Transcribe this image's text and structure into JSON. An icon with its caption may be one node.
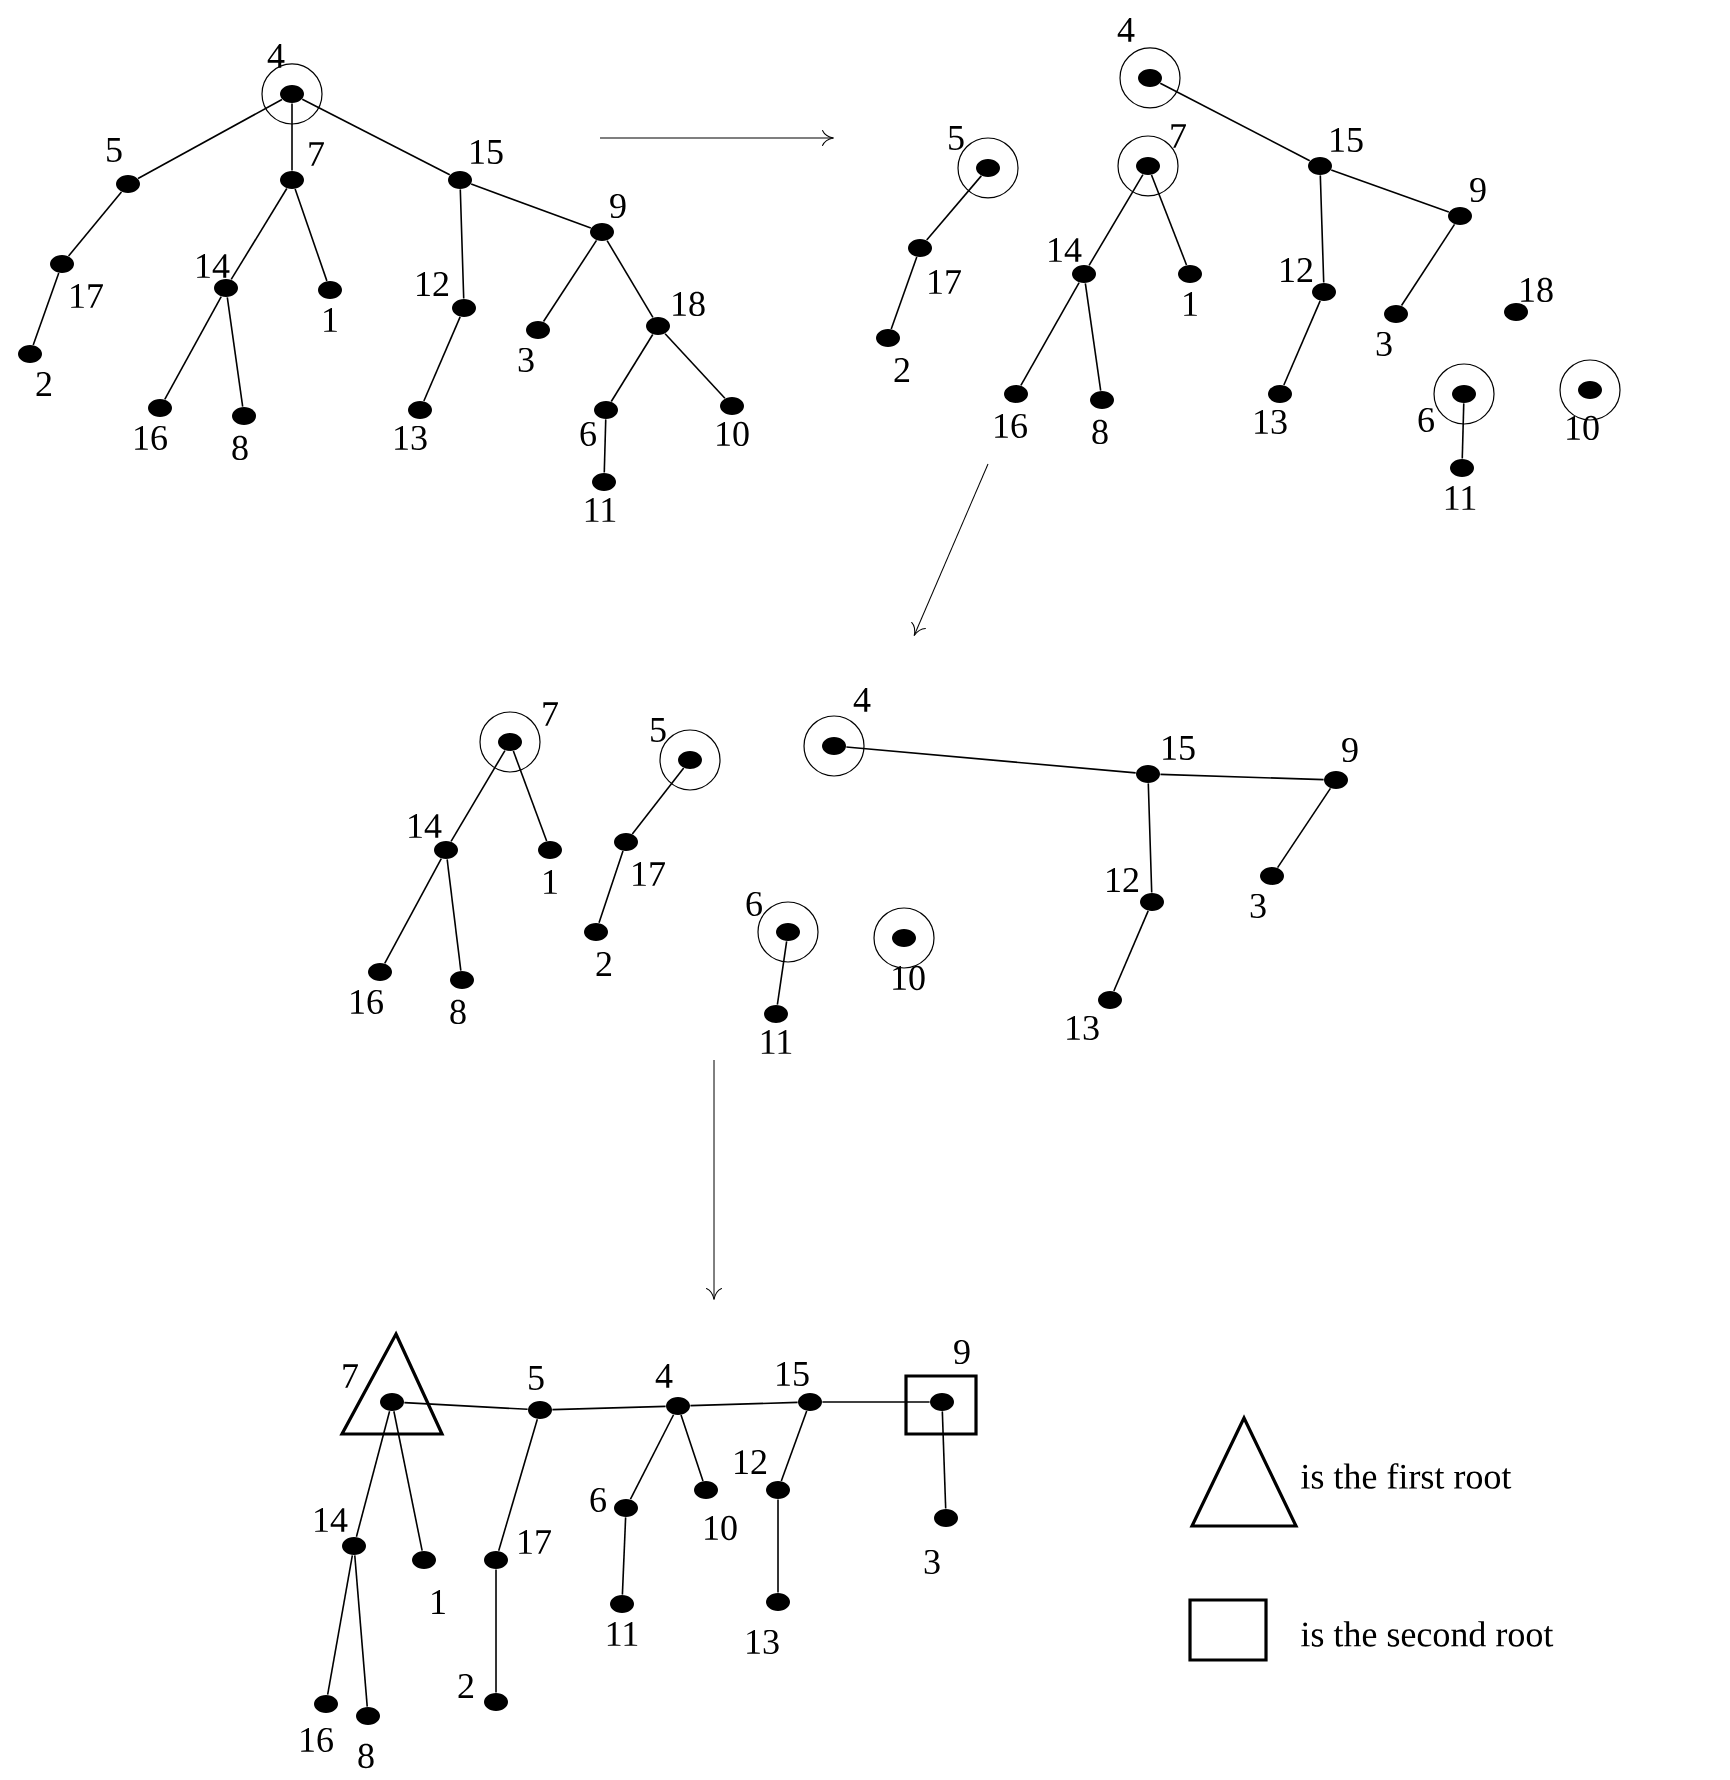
{
  "diagram": {
    "nodes": [
      {
        "text": [],
        "shape": "circle",
        "beside": [
          "4"
        ]
      },
      {
        "text": [],
        "shape": "circle",
        "beside": [
          "5"
        ]
      },
      {
        "text": [],
        "shape": "circle",
        "beside": [
          "7"
        ]
      },
      {
        "text": [],
        "shape": "circle",
        "beside": [
          "15"
        ]
      },
      {
        "text": [],
        "shape": "circle",
        "beside": [
          "17"
        ]
      },
      {
        "text": [],
        "shape": "circle",
        "beside": [
          "2"
        ]
      },
      {
        "text": [],
        "shape": "circle",
        "beside": [
          "14"
        ]
      },
      {
        "text": [],
        "shape": "circle",
        "beside": [
          "1"
        ]
      },
      {
        "text": [],
        "shape": "circle",
        "beside": [
          "12"
        ]
      },
      {
        "text": [],
        "shape": "circle",
        "beside": [
          "9"
        ]
      },
      {
        "text": [],
        "shape": "circle",
        "beside": [
          "3"
        ]
      },
      {
        "text": [],
        "shape": "circle",
        "beside": [
          "18"
        ]
      },
      {
        "text": [],
        "shape": "circle",
        "beside": [
          "16"
        ]
      },
      {
        "text": [],
        "shape": "circle",
        "beside": [
          "8"
        ]
      },
      {
        "text": [],
        "shape": "circle",
        "beside": [
          "13"
        ]
      },
      {
        "text": [],
        "shape": "circle",
        "beside": [
          "6"
        ]
      },
      {
        "text": [],
        "shape": "circle",
        "beside": [
          "10"
        ]
      },
      {
        "text": [],
        "shape": "circle",
        "beside": [
          "11"
        ]
      },
      {
        "text": [],
        "shape": "circle",
        "beside": [
          "4"
        ]
      },
      {
        "text": [],
        "shape": "circle",
        "beside": [
          "5"
        ]
      },
      {
        "text": [],
        "shape": "circle",
        "beside": [
          "7"
        ]
      },
      {
        "text": [],
        "shape": "circle",
        "beside": [
          "15"
        ]
      },
      {
        "text": [],
        "shape": "circle",
        "beside": [
          "9"
        ]
      },
      {
        "text": [],
        "shape": "circle",
        "beside": [
          "17"
        ]
      },
      {
        "text": [],
        "shape": "circle",
        "beside": [
          "14"
        ]
      },
      {
        "text": [],
        "shape": "circle",
        "beside": [
          "1"
        ]
      },
      {
        "text": [],
        "shape": "circle",
        "beside": [
          "12"
        ]
      },
      {
        "text": [],
        "shape": "circle",
        "beside": [
          "18"
        ]
      },
      {
        "text": [],
        "shape": "circle",
        "beside": [
          "2"
        ]
      },
      {
        "text": [],
        "shape": "circle",
        "beside": [
          "3"
        ]
      },
      {
        "text": [],
        "shape": "circle",
        "beside": [
          "16"
        ]
      },
      {
        "text": [],
        "shape": "circle",
        "beside": [
          "8"
        ]
      },
      {
        "text": [],
        "shape": "circle",
        "beside": [
          "13"
        ]
      },
      {
        "text": [],
        "shape": "circle",
        "beside": [
          "6"
        ]
      },
      {
        "text": [],
        "shape": "circle",
        "beside": [
          "10"
        ]
      },
      {
        "text": [],
        "shape": "circle",
        "beside": [
          "11"
        ]
      },
      {
        "text": [],
        "shape": "circle",
        "beside": [
          "4"
        ]
      },
      {
        "text": [],
        "shape": "circle",
        "beside": [
          "7"
        ]
      },
      {
        "text": [],
        "shape": "circle",
        "beside": [
          "5"
        ]
      },
      {
        "text": [],
        "shape": "circle",
        "beside": [
          "15"
        ]
      },
      {
        "text": [],
        "shape": "circle",
        "beside": [
          "9"
        ]
      },
      {
        "text": [],
        "shape": "circle",
        "beside": [
          "14"
        ]
      },
      {
        "text": [],
        "shape": "circle",
        "beside": [
          "1"
        ]
      },
      {
        "text": [],
        "shape": "circle",
        "beside": [
          "17"
        ]
      },
      {
        "text": [],
        "shape": "circle",
        "beside": [
          "12"
        ]
      },
      {
        "text": [],
        "shape": "circle",
        "beside": [
          "3"
        ]
      },
      {
        "text": [],
        "shape": "circle",
        "beside": [
          "6"
        ]
      },
      {
        "text": [],
        "shape": "circle",
        "beside": [
          "10"
        ]
      },
      {
        "text": [],
        "shape": "circle",
        "beside": [
          "2"
        ]
      },
      {
        "text": [],
        "shape": "circle",
        "beside": [
          "16"
        ]
      },
      {
        "text": [],
        "shape": "circle",
        "beside": [
          "8"
        ]
      },
      {
        "text": [],
        "shape": "circle",
        "beside": [
          "11"
        ]
      },
      {
        "text": [],
        "shape": "circle",
        "beside": [
          "13"
        ]
      },
      {
        "text": [],
        "shape": "circle",
        "beside": [
          "9"
        ]
      },
      {
        "text": [],
        "shape": "circle",
        "beside": [
          "7"
        ]
      },
      {
        "text": [],
        "shape": "circle",
        "beside": [
          "5"
        ]
      },
      {
        "text": [],
        "shape": "circle",
        "beside": [
          "4"
        ]
      },
      {
        "text": [],
        "shape": "circle",
        "beside": [
          "15"
        ]
      },
      {
        "text": [],
        "shape": "circle",
        "beside": [
          "14"
        ]
      },
      {
        "text": [],
        "shape": "circle",
        "beside": [
          "6"
        ]
      },
      {
        "text": [],
        "shape": "circle",
        "beside": [
          "10"
        ]
      },
      {
        "text": [],
        "shape": "circle",
        "beside": [
          "12"
        ]
      },
      {
        "text": [],
        "shape": "circle",
        "beside": [
          "3"
        ]
      },
      {
        "text": [],
        "shape": "circle",
        "beside": [
          "1"
        ]
      },
      {
        "text": [],
        "shape": "circle",
        "beside": [
          "17"
        ]
      },
      {
        "text": [],
        "shape": "circle",
        "beside": [
          "11"
        ]
      },
      {
        "text": [],
        "shape": "circle",
        "beside": [
          "13"
        ]
      },
      {
        "text": [],
        "shape": "circle",
        "beside": [
          "2"
        ]
      },
      {
        "text": [],
        "shape": "circle",
        "beside": [
          "16"
        ]
      },
      {
        "text": [],
        "shape": "circle",
        "beside": [
          "8"
        ]
      }
    ],
    "edges": [
      {
        "from": 0,
        "to": 1,
        "arrow": "none"
      },
      {
        "from": 0,
        "to": 2,
        "arrow": "none"
      },
      {
        "from": 0,
        "to": 3,
        "arrow": "none"
      },
      {
        "from": 1,
        "to": 4,
        "arrow": "none"
      },
      {
        "from": 4,
        "to": 5,
        "arrow": "none"
      },
      {
        "from": 2,
        "to": 6,
        "arrow": "none"
      },
      {
        "from": 2,
        "to": 7,
        "arrow": "none"
      },
      {
        "from": 6,
        "to": 12,
        "arrow": "none"
      },
      {
        "from": 6,
        "to": 13,
        "arrow": "none"
      },
      {
        "from": 3,
        "to": 8,
        "arrow": "none"
      },
      {
        "from": 8,
        "to": 14,
        "arrow": "none"
      },
      {
        "from": 3,
        "to": 9,
        "arrow": "none"
      },
      {
        "from": 9,
        "to": 10,
        "arrow": "none"
      },
      {
        "from": 9,
        "to": 11,
        "arrow": "none"
      },
      {
        "from": 11,
        "to": 15,
        "arrow": "none"
      },
      {
        "from": 11,
        "to": 16,
        "arrow": "none"
      },
      {
        "from": 15,
        "to": 17,
        "arrow": "none"
      },
      {
        "from": 18,
        "to": 21,
        "arrow": "none"
      },
      {
        "from": 21,
        "to": 22,
        "arrow": "none"
      },
      {
        "from": 22,
        "to": 29,
        "arrow": "none"
      },
      {
        "from": 21,
        "to": 26,
        "arrow": "none"
      },
      {
        "from": 26,
        "to": 32,
        "arrow": "none"
      },
      {
        "from": 19,
        "to": 23,
        "arrow": "none"
      },
      {
        "from": 23,
        "to": 28,
        "arrow": "none"
      },
      {
        "from": 20,
        "to": 24,
        "arrow": "none"
      },
      {
        "from": 20,
        "to": 25,
        "arrow": "none"
      },
      {
        "from": 24,
        "to": 30,
        "arrow": "none"
      },
      {
        "from": 24,
        "to": 31,
        "arrow": "none"
      },
      {
        "from": 33,
        "to": 35,
        "arrow": "none"
      },
      {
        "from": 37,
        "to": 41,
        "arrow": "none"
      },
      {
        "from": 37,
        "to": 42,
        "arrow": "none"
      },
      {
        "from": 41,
        "to": 49,
        "arrow": "none"
      },
      {
        "from": 41,
        "to": 50,
        "arrow": "none"
      },
      {
        "from": 38,
        "to": 43,
        "arrow": "none"
      },
      {
        "from": 43,
        "to": 48,
        "arrow": "none"
      },
      {
        "from": 36,
        "to": 39,
        "arrow": "none"
      },
      {
        "from": 39,
        "to": 40,
        "arrow": "none"
      },
      {
        "from": 40,
        "to": 45,
        "arrow": "none"
      },
      {
        "from": 39,
        "to": 44,
        "arrow": "none"
      },
      {
        "from": 44,
        "to": 52,
        "arrow": "none"
      },
      {
        "from": 46,
        "to": 51,
        "arrow": "none"
      },
      {
        "from": 54,
        "to": 55,
        "arrow": "none"
      },
      {
        "from": 55,
        "to": 56,
        "arrow": "none"
      },
      {
        "from": 56,
        "to": 57,
        "arrow": "none"
      },
      {
        "from": 57,
        "to": 53,
        "arrow": "none"
      },
      {
        "from": 54,
        "to": 58,
        "arrow": "none"
      },
      {
        "from": 54,
        "to": 63,
        "arrow": "none"
      },
      {
        "from": 58,
        "to": 68,
        "arrow": "none"
      },
      {
        "from": 58,
        "to": 69,
        "arrow": "none"
      },
      {
        "from": 55,
        "to": 64,
        "arrow": "none"
      },
      {
        "from": 64,
        "to": 67,
        "arrow": "none"
      },
      {
        "from": 56,
        "to": 59,
        "arrow": "none"
      },
      {
        "from": 56,
        "to": 60,
        "arrow": "none"
      },
      {
        "from": 59,
        "to": 65,
        "arrow": "none"
      },
      {
        "from": 57,
        "to": 61,
        "arrow": "none"
      },
      {
        "from": 61,
        "to": 66,
        "arrow": "none"
      },
      {
        "from": 53,
        "to": 62,
        "arrow": "none"
      }
    ],
    "legend": [
      {
        "text": "is the first root"
      },
      {
        "text": "is the second root"
      }
    ]
  }
}
